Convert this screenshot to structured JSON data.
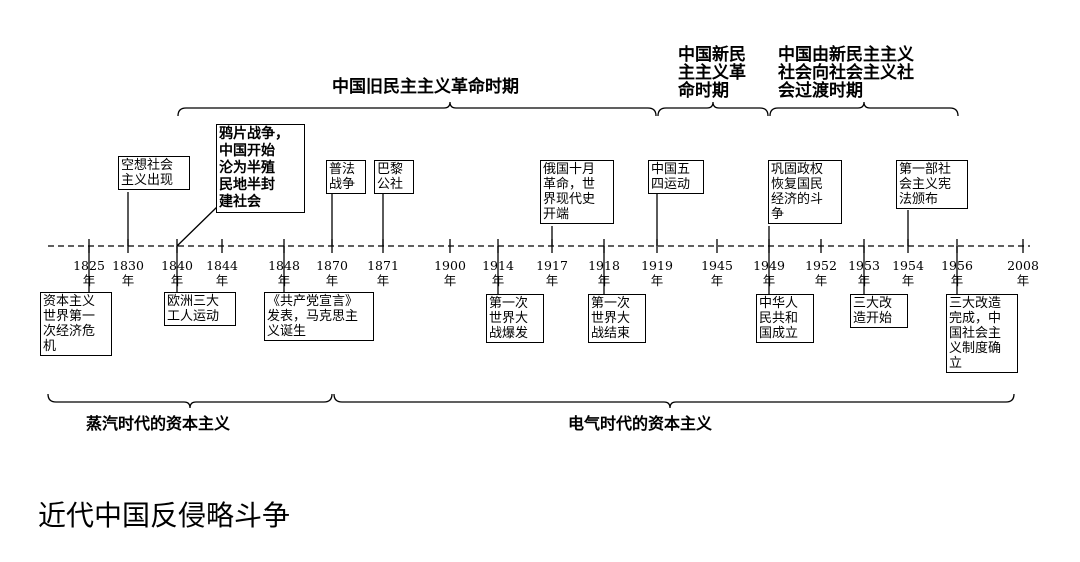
{
  "periods": [
    {
      "id": "old-democratic",
      "label": "中国旧民主主义革命时期"
    },
    {
      "id": "new-democratic",
      "label": "中国新民\n主主义革\n命时期"
    },
    {
      "id": "transition",
      "label": "中国由新民主主义\n社会向社会主义社\n会过渡时期"
    }
  ],
  "years": [
    {
      "id": "y1825",
      "label": "1825\n年"
    },
    {
      "id": "y1830",
      "label": "1830\n年"
    },
    {
      "id": "y1840",
      "label": "1840\n年"
    },
    {
      "id": "y1844",
      "label": "1844\n年"
    },
    {
      "id": "y1848",
      "label": "1848\n年"
    },
    {
      "id": "y1870",
      "label": "1870\n年"
    },
    {
      "id": "y1871",
      "label": "1871\n年"
    },
    {
      "id": "y1900",
      "label": "1900\n年"
    },
    {
      "id": "y1914",
      "label": "1914\n年"
    },
    {
      "id": "y1917",
      "label": "1917\n年"
    },
    {
      "id": "y1918",
      "label": "1918\n年"
    },
    {
      "id": "y1919",
      "label": "1919\n年"
    },
    {
      "id": "y1945",
      "label": "1945\n年"
    },
    {
      "id": "y1949",
      "label": "1949\n年"
    },
    {
      "id": "y1952",
      "label": "1952\n年"
    },
    {
      "id": "y1953",
      "label": "1953\n年"
    },
    {
      "id": "y1954",
      "label": "1954\n年"
    },
    {
      "id": "y1956",
      "label": "1956\n年"
    },
    {
      "id": "y2008",
      "label": "2008\n年"
    }
  ],
  "events_above": [
    {
      "id": "utopian-socialism",
      "text": "空想社会\n主义出现"
    },
    {
      "id": "opium-war",
      "text": "鸦片战争，\n中国开始\n沦为半殖\n民地半封\n建社会"
    },
    {
      "id": "franco-prussian-war",
      "text": "普法\n战争"
    },
    {
      "id": "paris-commune",
      "text": "巴黎\n公社"
    },
    {
      "id": "october-revolution",
      "text": "俄国十月\n革命，世\n界现代史\n开端"
    },
    {
      "id": "may-fourth",
      "text": "中国五\n四运动"
    },
    {
      "id": "consolidation",
      "text": "巩固政权\n恢复国民\n经济的斗\n争"
    },
    {
      "id": "first-constitution",
      "text": "第一部社\n会主义宪\n法颁布"
    }
  ],
  "events_below": [
    {
      "id": "first-economic-crisis",
      "text": "资本主义\n世界第一\n次经济危\n机"
    },
    {
      "id": "three-workers-movements",
      "text": "欧洲三大\n工人运动"
    },
    {
      "id": "communist-manifesto",
      "text": "《共产党宣言》\n发表，马克思主\n义诞生"
    },
    {
      "id": "wwi-outbreak",
      "text": "第一次\n世界大\n战爆发"
    },
    {
      "id": "wwi-end",
      "text": "第一次\n世界大\n战结束"
    },
    {
      "id": "prc-founded",
      "text": "中华人\n民共和\n国成立"
    },
    {
      "id": "three-transformations-start",
      "text": "三大改\n造开始"
    },
    {
      "id": "three-transformations-done",
      "text": "三大改造\n完成，中\n国社会主\n义制度确\n立"
    }
  ],
  "eras": [
    {
      "id": "steam-era",
      "label": "蒸汽时代的资本主义"
    },
    {
      "id": "electric-era",
      "label": "电气时代的资本主义"
    }
  ],
  "page_title": "近代中国反侵略斗争"
}
